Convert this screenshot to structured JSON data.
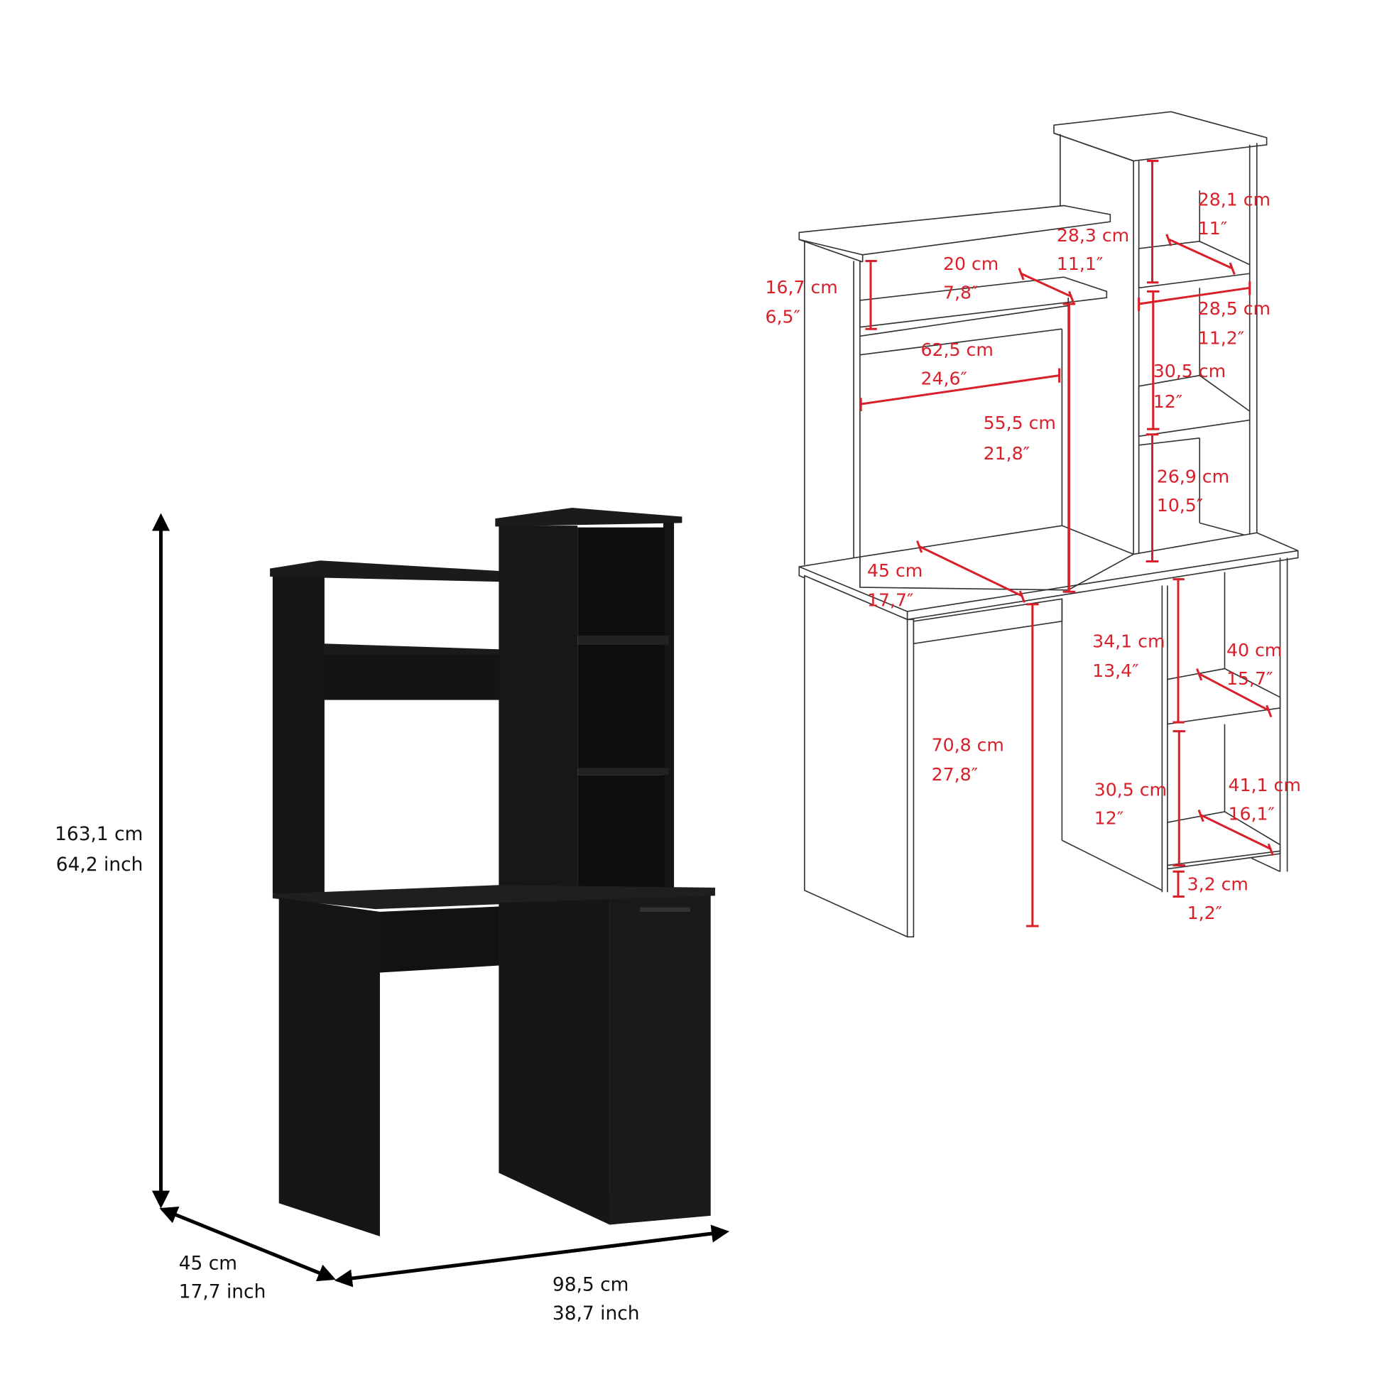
{
  "colors": {
    "background": "#ffffff",
    "furniture": "#1b1b1b",
    "furniture_shade": "#0f0f0f",
    "line_drawing": "#333333",
    "dimension_red": "#d8202a",
    "dimension_black": "#000000"
  },
  "overall_dimensions": {
    "height": {
      "cm": "163,1 cm",
      "inch": "64,2 inch"
    },
    "depth": {
      "cm": "45 cm",
      "inch": "17,7 inch"
    },
    "width": {
      "cm": "98,5 cm",
      "inch": "38,7 inch"
    }
  },
  "detail_dimensions": {
    "upper_shelf_gap": {
      "cm": "16,7 cm",
      "inch": "6,5″"
    },
    "upper_shelf_depth": {
      "cm": "20 cm",
      "inch": "7,8″"
    },
    "tower_side_height": {
      "cm": "28,3 cm",
      "inch": "11,1″"
    },
    "tower_top_cubby_height": {
      "cm": "28,1 cm",
      "inch": "11″"
    },
    "tower_width": {
      "cm": "28,5 cm",
      "inch": "11,2″"
    },
    "hutch_inner_width": {
      "cm": "62,5 cm",
      "inch": "24,6″"
    },
    "tower_middle_cubby_height": {
      "cm": "30,5 cm",
      "inch": "12″"
    },
    "hutch_opening_height": {
      "cm": "55,5 cm",
      "inch": "21,8″"
    },
    "tower_bottom_cubby_height": {
      "cm": "26,9 cm",
      "inch": "10,5″"
    },
    "desk_depth": {
      "cm": "45 cm",
      "inch": "17,7″"
    },
    "cabinet_upper_height": {
      "cm": "34,1 cm",
      "inch": "13,4″"
    },
    "cabinet_upper_depth": {
      "cm": "40 cm",
      "inch": "15,7″"
    },
    "desk_height": {
      "cm": "70,8 cm",
      "inch": "27,8″"
    },
    "cabinet_lower_height": {
      "cm": "30,5 cm",
      "inch": "12″"
    },
    "cabinet_lower_depth": {
      "cm": "41,1 cm",
      "inch": "16,1″"
    },
    "floor_clearance": {
      "cm": "3,2 cm",
      "inch": "1,2″"
    }
  }
}
